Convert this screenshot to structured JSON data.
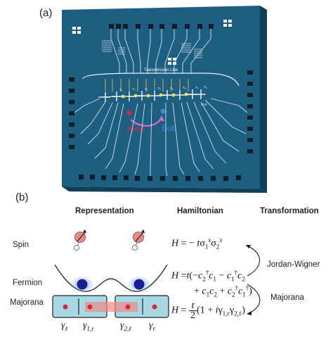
{
  "panel_a": {
    "label": "(a)",
    "transmission_line": "Transmission Line",
    "alice": "Alice",
    "bob": "Bob",
    "coupler_labels": [
      "T₁",
      "T₂",
      "T₃",
      "T₄",
      "T₅",
      "T₆",
      "T₇",
      "T₈"
    ],
    "xyz_label": "XYZ"
  },
  "panel_b": {
    "label": "(b)",
    "headers": {
      "representation": "Representation",
      "hamiltonian": "Hamiltonian",
      "transformation": "Transformation"
    },
    "rows": {
      "spin": "Spin",
      "fermion": "Fermion",
      "majorana": "Majorana"
    },
    "transformations": {
      "jw": "Jordan-Wigner",
      "majorana": "Majorana"
    }
  },
  "colors": {
    "chip": "#1e5e80",
    "chip_dark": "#123f58",
    "alice": "#d8253d",
    "bob": "#3a8fd8",
    "spin_ball": "#f08a80",
    "fermion": "#1a1f9a",
    "majorana_box": "#a8d8e4"
  }
}
